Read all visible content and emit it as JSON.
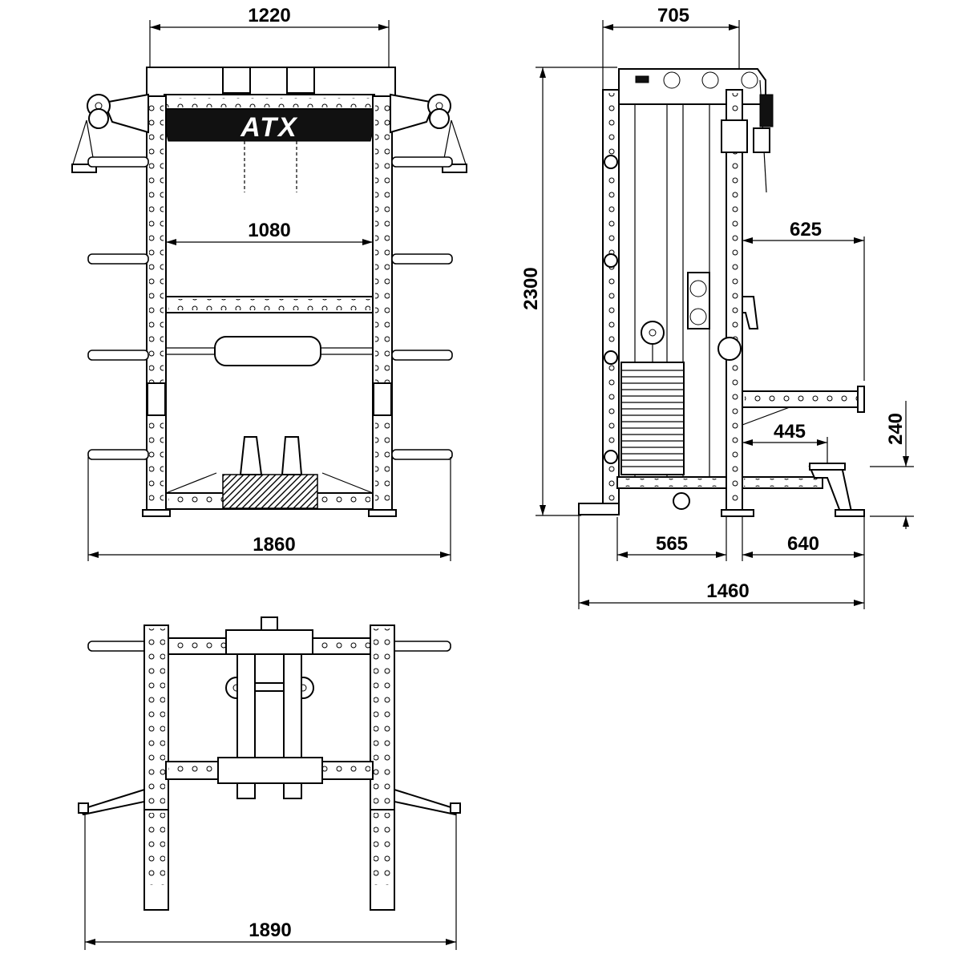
{
  "brand": {
    "logo_text": "ATX"
  },
  "front_view": {
    "top_width": "1220",
    "inner_width": "1080",
    "base_width": "1860"
  },
  "side_view": {
    "top_depth": "705",
    "height": "2300",
    "arm_reach": "625",
    "arm_height": "240",
    "pad_offset": "445",
    "rear_depth": "565",
    "front_depth": "640",
    "total_depth": "1460"
  },
  "top_view": {
    "total_width": "1890"
  }
}
